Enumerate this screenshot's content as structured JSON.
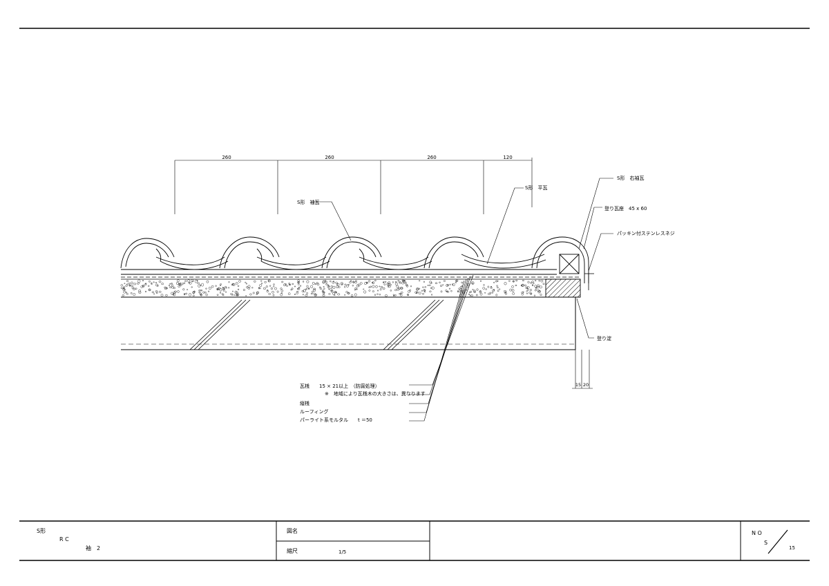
{
  "dimensions": {
    "top": [
      "260",
      "260",
      "260",
      "120"
    ],
    "bottom": [
      "15",
      "20"
    ]
  },
  "labels": {
    "s_sode_kawara": "S形　袖瓦",
    "s_hira_kawara": "S形　平瓦",
    "s_migi_sode_kawara": "S形　右袖瓦",
    "nobori_kawaraza": "登り瓦座　45 x 60",
    "packing_screw": "パッキン付ステンレスネジ",
    "nobori_yodo": "登り淀"
  },
  "legend": {
    "line1": "瓦桟　　15 × 21以上　（防腐処理）",
    "line2": "※　地域により瓦桟木の大きさは、異なります",
    "line3": "縦桟",
    "line4": "ルーフィング",
    "line5": "パーライト系モルタル　　t ＝50"
  },
  "title_block": {
    "type": "S形",
    "structure": "R C",
    "part": "袖　2",
    "drawing_name_label": "図名",
    "scale_label": "縮尺",
    "scale_value": "1/5",
    "no_label": "N O",
    "series": "S",
    "number": "15"
  }
}
